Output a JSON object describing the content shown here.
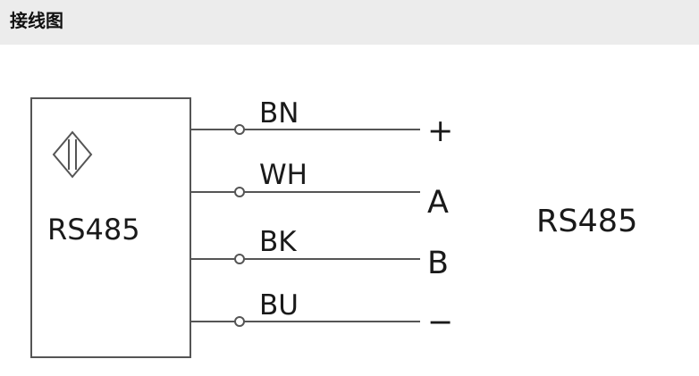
{
  "header": {
    "title": "接线图"
  },
  "sensor": {
    "label": "RS485"
  },
  "wires": [
    {
      "code": "BN",
      "terminal": "+"
    },
    {
      "code": "WH",
      "terminal": "A"
    },
    {
      "code": "BK",
      "terminal": "B"
    },
    {
      "code": "BU",
      "terminal": "−"
    }
  ],
  "protocol": {
    "label": "RS485"
  },
  "colors": {
    "line": "#555555",
    "text": "#1a1a1a",
    "header_bg": "#ececec"
  }
}
